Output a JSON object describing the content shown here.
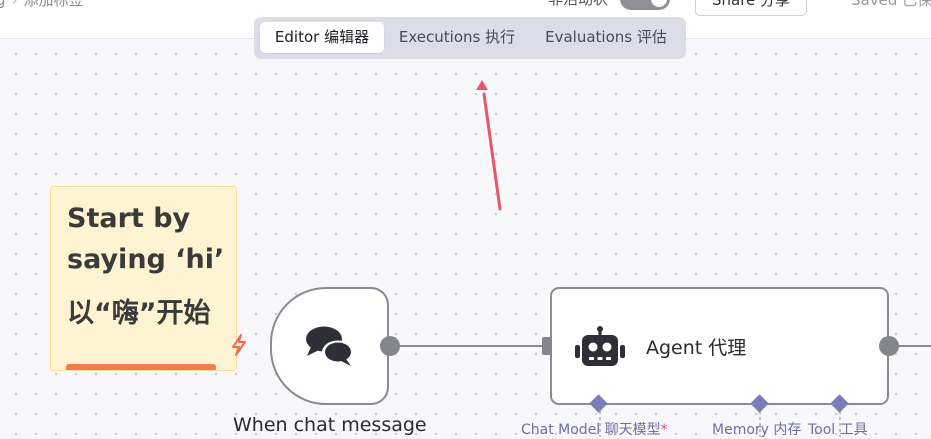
{
  "header": {
    "breadcrumb_prev": "g",
    "breadcrumb_current": "添加标签",
    "inactive_label": "非活动状",
    "share_label": "Share 分享",
    "saved_label": "Saved 已保"
  },
  "tabs": [
    {
      "label": "Editor  编辑器",
      "active": true
    },
    {
      "label": "Executions  执行",
      "active": false
    },
    {
      "label": "Evaluations  评估",
      "active": false
    }
  ],
  "sticky_note": {
    "line1": "Start by",
    "line2": "saying ‘hi’",
    "line3": "以“嗨”开始"
  },
  "nodes": {
    "trigger": {
      "label": "When chat message",
      "icon": "chat-bubbles-icon"
    },
    "agent": {
      "label": "Agent  代理",
      "icon": "robot-icon"
    }
  },
  "agent_inputs": {
    "chat_model": "Chat Model  聊天模型",
    "chat_model_required": "*",
    "memory": "Memory  内存",
    "tool": "Tool  工具"
  },
  "colors": {
    "accent_arrow": "#e8566e",
    "sticky_bg": "#fff3d1",
    "sticky_bar": "#f07d4e",
    "connector": "#7c7cb8",
    "node_border": "#8a8a94"
  }
}
